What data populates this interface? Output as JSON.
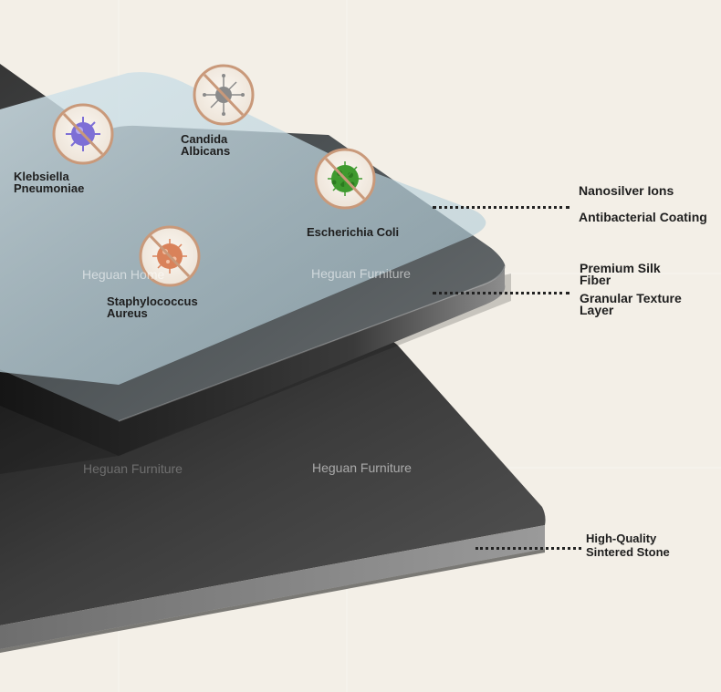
{
  "colors": {
    "background": "#f3efe7",
    "slab_dark": "#3e3e3e",
    "coating_blue": "#bfd6df",
    "badge_ring": "#c9997a",
    "text": "#1e1e1e"
  },
  "watermarks": {
    "heguan_home": "Heguan Home",
    "heguan_furniture_1": "Heguan Furniture",
    "heguan_furniture_2": "Heguan Furniture",
    "heguan_furniture_3": "Heguan Furniture"
  },
  "bacteria": [
    {
      "name": "Klebsiella Pneumoniae",
      "line1": "Klebsiella",
      "line2": "Pneumoniae",
      "icon": "klebsiella-icon",
      "color": "#7d6fd6"
    },
    {
      "name": "Candida Albicans",
      "line1": "Candida",
      "line2": "Albicans",
      "icon": "candida-icon",
      "color": "#8a8a8a"
    },
    {
      "name": "Escherichia Coli",
      "line1": "Escherichia Coli",
      "line2": "",
      "icon": "ecoli-icon",
      "color": "#3f9a2f"
    },
    {
      "name": "Staphylococcus Aureus",
      "line1": "Staphylococcus",
      "line2": "Aureus",
      "icon": "staphylococcus-icon",
      "color": "#d9825a"
    }
  ],
  "layers": {
    "nanosilver": "Nanosilver Ions",
    "antibacterial": "Antibacterial Coating",
    "silk_line1": "Premium Silk",
    "silk_line2": "Fiber",
    "granular_line1": "Granular Texture",
    "granular_line2": "Layer",
    "stone_line1": "High-Quality",
    "stone_line2": "Sintered Stone"
  }
}
